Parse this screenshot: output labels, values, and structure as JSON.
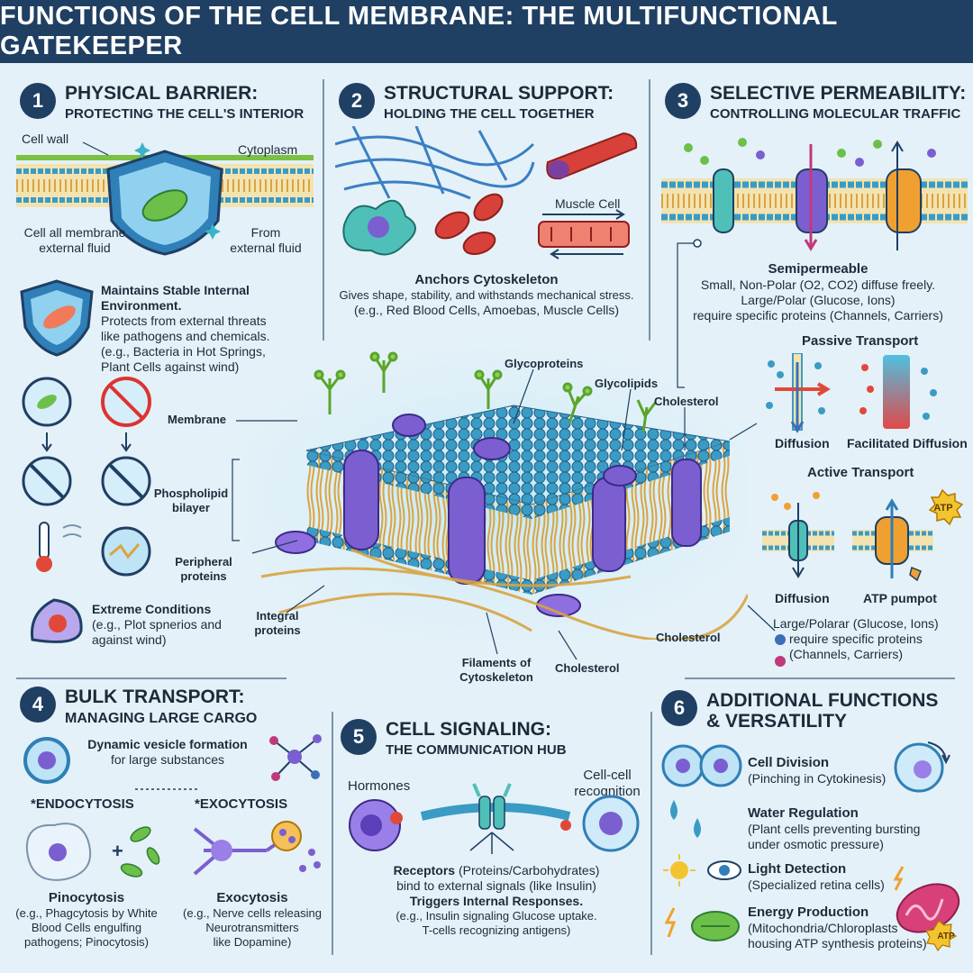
{
  "title": "FUNCTIONS OF THE CELL MEMBRANE: THE MULTIFUNCTIONAL GATEKEEPER",
  "colors": {
    "title_bg": "#1f3f63",
    "background": "#e4f1f8",
    "phospholipid_head": "#3a9bc4",
    "tail": "#d9a441",
    "protein": "#7b5fd1"
  },
  "p1": {
    "num": "1",
    "title": "PHYSICAL BARRIER:",
    "subtitle": "PROTECTING THE CELL'S INTERIOR",
    "cell_wall": "Cell wall",
    "cytoplasm": "Cytoplasm",
    "cell_all_membrane": "Cell all membrane",
    "external_fluid": "external fluid",
    "from": "From",
    "from_external_fluid": "external fluid",
    "maintains": "Maintains Stable Internal Environment.",
    "protects_1": "Protects from external threats",
    "protects_2": "like pathogens and chemicals.",
    "eg_1": "(e.g., Bacteria in Hot Springs,",
    "eg_2": "Plant Cells against wind)",
    "extreme": "Extreme Conditions",
    "extreme_eg_1": "(e.g., Plot spnerios and",
    "extreme_eg_2": "against wind)"
  },
  "p2": {
    "num": "2",
    "title": "STRUCTURAL SUPPORT:",
    "subtitle": "HOLDING THE CELL TOGETHER",
    "muscle_cell": "Muscle Cell",
    "anchors": "Anchors Cytoskeleton",
    "gives": "Gives shape, stability, and withstands mechanical stress.",
    "eg": "(e.g., Red Blood Cells, Amoebas, Muscle Cells)"
  },
  "p3": {
    "num": "3",
    "title": "SELECTIVE PERMEABILITY:",
    "subtitle": "CONTROLLING MOLECULAR TRAFFIC",
    "semipermeable": "Semipermeable",
    "small": "Small, Non-Polar (O2, CO2) diffuse freely.",
    "large": "Large/Polar (Glucose, Ions)",
    "require": "require specific proteins (Channels, Carriers)",
    "passive": "Passive Transport",
    "diffusion": "Diffusion",
    "facilitated": "Facilitated Diffusion",
    "active": "Active Transport",
    "atp": "ATP",
    "diffusion2": "Diffusion",
    "atp_pump": "ATP pumpot",
    "large2": "Large/Polarar (Glucose, Ions)",
    "require2": "require specific proteins",
    "channels2": "(Channels, Carriers)"
  },
  "center": {
    "glycoproteins": "Glycoproteins",
    "glycolipids": "Glycolipids",
    "cholesterol_top": "Cholesterol",
    "membrane": "Membrane",
    "phospholipid_1": "Phospholipid",
    "phospholipid_2": "bilayer",
    "peripheral_1": "Peripheral",
    "peripheral_2": "proteins",
    "integral_1": "Integral",
    "integral_2": "proteins",
    "filaments_1": "Filaments of",
    "filaments_2": "Cytoskeleton",
    "cholesterol_bottom": "Cholesterol",
    "cholesterol_right": "Cholesterol"
  },
  "p4": {
    "num": "4",
    "title": "BULK TRANSPORT:",
    "subtitle": "MANAGING LARGE CARGO",
    "dynamic_1": "Dynamic vesicle formation",
    "dynamic_2": "for large substances",
    "endocytosis": "*ENDOCYTOSIS",
    "exocytosis": "*EXOCYTOSIS",
    "pinocytosis": "Pinocytosis",
    "pino_eg_1": "(e.g., Phagcytosis by White",
    "pino_eg_2": "Blood Cells engulfing",
    "pino_eg_3": "pathogens; Pinocytosis)",
    "exocytosis_label": "Exocytosis",
    "exo_eg_1": "(e.g., Nerve cells releasing",
    "exo_eg_2": "Neurotransmitters",
    "exo_eg_3": "like Dopamine)"
  },
  "p5": {
    "num": "5",
    "title": "CELL SIGNALING:",
    "subtitle": "THE COMMUNICATION HUB",
    "hormones": "Hormones",
    "cellcell_1": "Cell-cell",
    "cellcell_2": "recognition",
    "receptors_bold": "Receptors",
    "receptors_rest": " (Proteins/Carbohydrates)",
    "bind": "bind to external signals (like Insulin)",
    "triggers": "Triggers Internal Responses.",
    "trig_eg_1": "(e.g., Insulin signaling Glucose uptake.",
    "trig_eg_2": "T-cells recognizing antigens)"
  },
  "p6": {
    "num": "6",
    "title_1": "ADDITIONAL FUNCTIONS",
    "title_2": "& VERSATILITY",
    "division": "Cell Division",
    "division_eg": "(Pinching in Cytokinesis)",
    "water": "Water Regulation",
    "water_eg_1": "(Plant cells preventing bursting",
    "water_eg_2": "under osmotic pressure)",
    "light": "Light Detection",
    "light_eg": "(Specialized retina cells)",
    "energy": "Energy Production",
    "energy_eg_1": "(Mitochondria/Chloroplasts",
    "energy_eg_2": "housing ATP synthesis proteins)",
    "atp": "ATP"
  }
}
